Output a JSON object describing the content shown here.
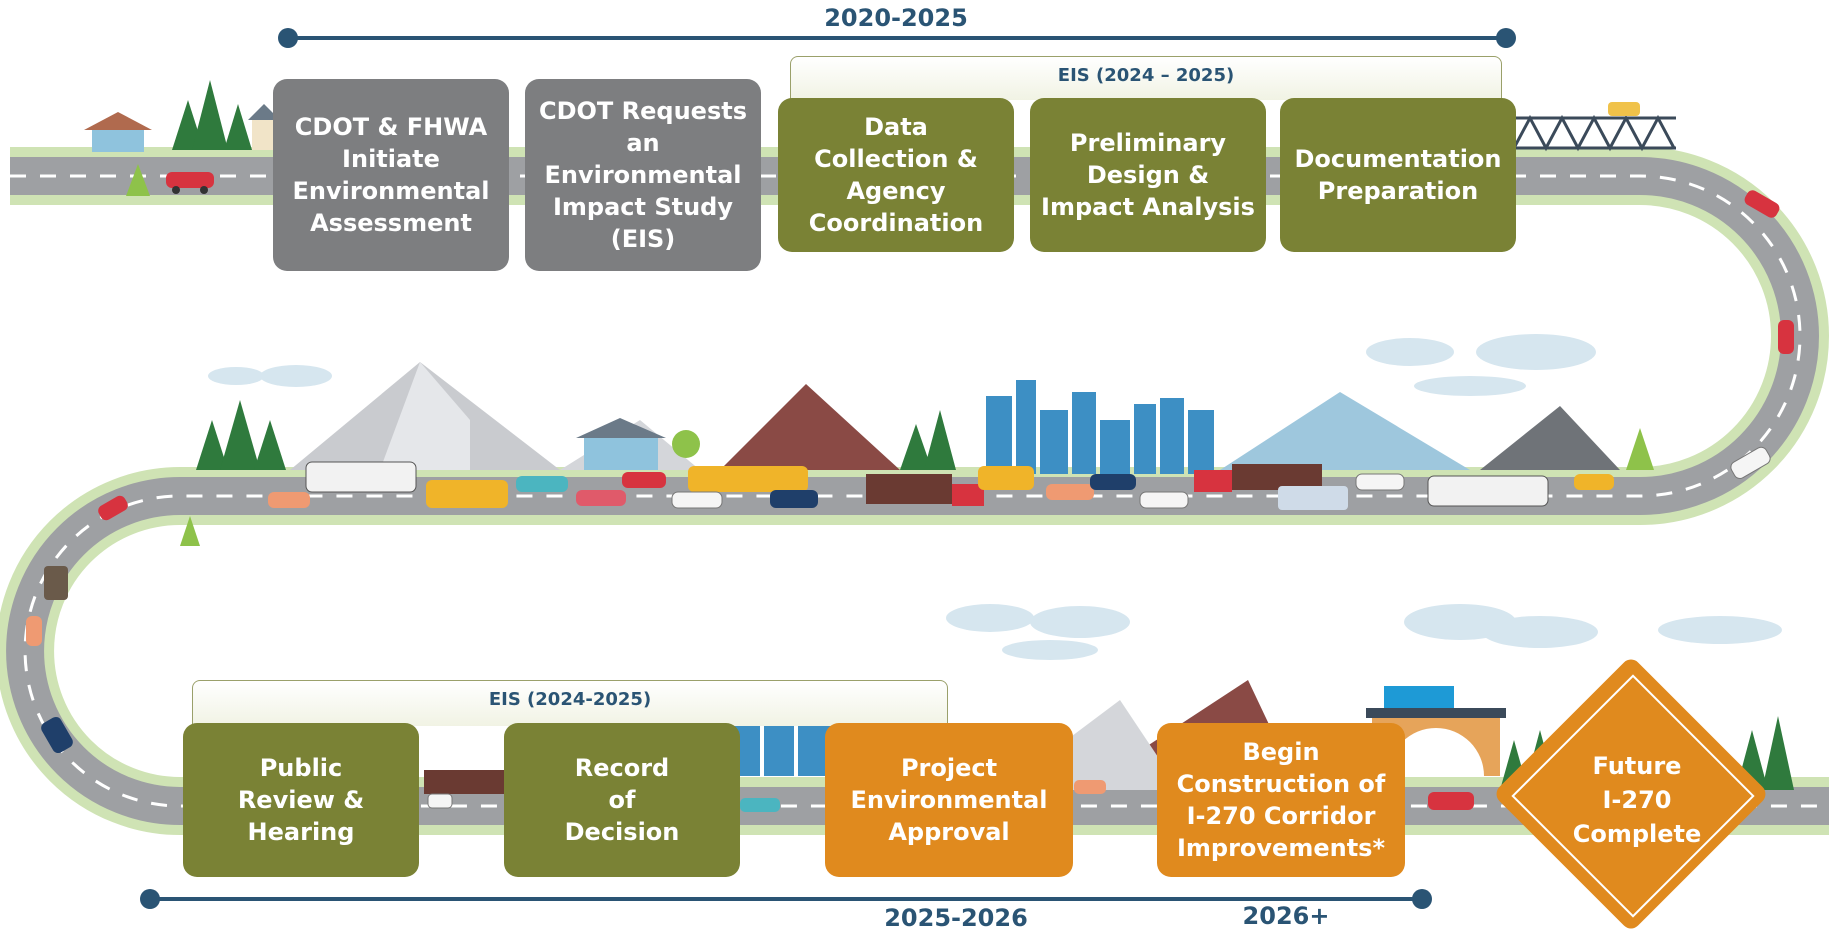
{
  "timeline_top": {
    "label": "2020-2025"
  },
  "timeline_bottom": {
    "label_left": "2025-2026",
    "label_right": "2026+"
  },
  "eis_top": {
    "label": "EIS (2024 – 2025)"
  },
  "eis_bottom": {
    "label": "EIS (2024-2025)"
  },
  "steps_top": [
    {
      "label": "CDOT & FHWA\nInitiate\nEnvironmental\nAssessment",
      "color": "#7d7e80"
    },
    {
      "label": "CDOT Requests\nan Environmental\nImpact Study\n(EIS)",
      "color": "#7d7e80"
    },
    {
      "label": "Data\nCollection &\nAgency\nCoordination",
      "color": "#7a8235"
    },
    {
      "label": "Preliminary\nDesign &\nImpact Analysis",
      "color": "#7a8235"
    },
    {
      "label": "Documentation\nPreparation",
      "color": "#7a8235"
    }
  ],
  "steps_bottom": [
    {
      "label": "Public\nReview &\nHearing",
      "color": "#7a8235"
    },
    {
      "label": "Record\nof\nDecision",
      "color": "#7a8235"
    },
    {
      "label": "Project\nEnvironmental\nApproval",
      "color": "#e08a1e"
    },
    {
      "label": "Begin\nConstruction of\nI-270 Corridor\nImprovements*",
      "color": "#e08a1e"
    }
  ],
  "final_step": {
    "label": "Future\nI-270\nComplete",
    "color": "#e08a1e"
  },
  "colors": {
    "timeline": "#2a5474",
    "road": "#9ea0a3",
    "road_edge": "#cfe3b4",
    "lane_marking": "#ffffff"
  }
}
